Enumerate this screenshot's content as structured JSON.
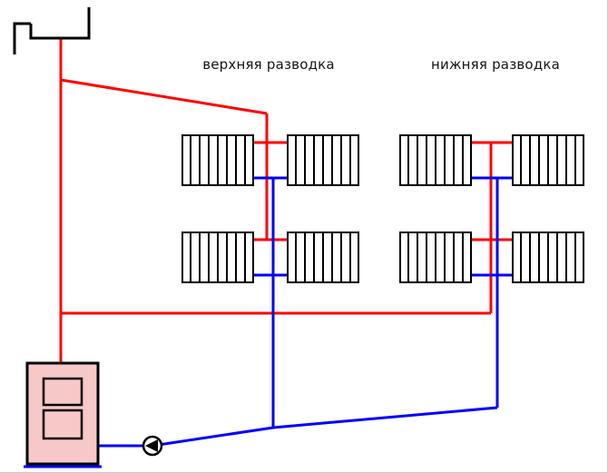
{
  "labels": {
    "top_distribution": "верхняя разводка",
    "bottom_distribution": "нижняя разводка"
  },
  "colors": {
    "supply_pipe": "#ff0000",
    "return_pipe": "#0000ff",
    "outline": "#000000",
    "boiler_fill": "#f7c8c8",
    "radiator_fill": "#ffffff"
  },
  "components": {
    "expansion_tank_icon": "open-expansion-tank",
    "boiler_icon": "boiler",
    "pump_icon": "circulation-pump",
    "radiator_icon": "sectional-radiator",
    "radiator_sections": 8,
    "radiators_per_group": 4,
    "radiator_groups": 2
  }
}
